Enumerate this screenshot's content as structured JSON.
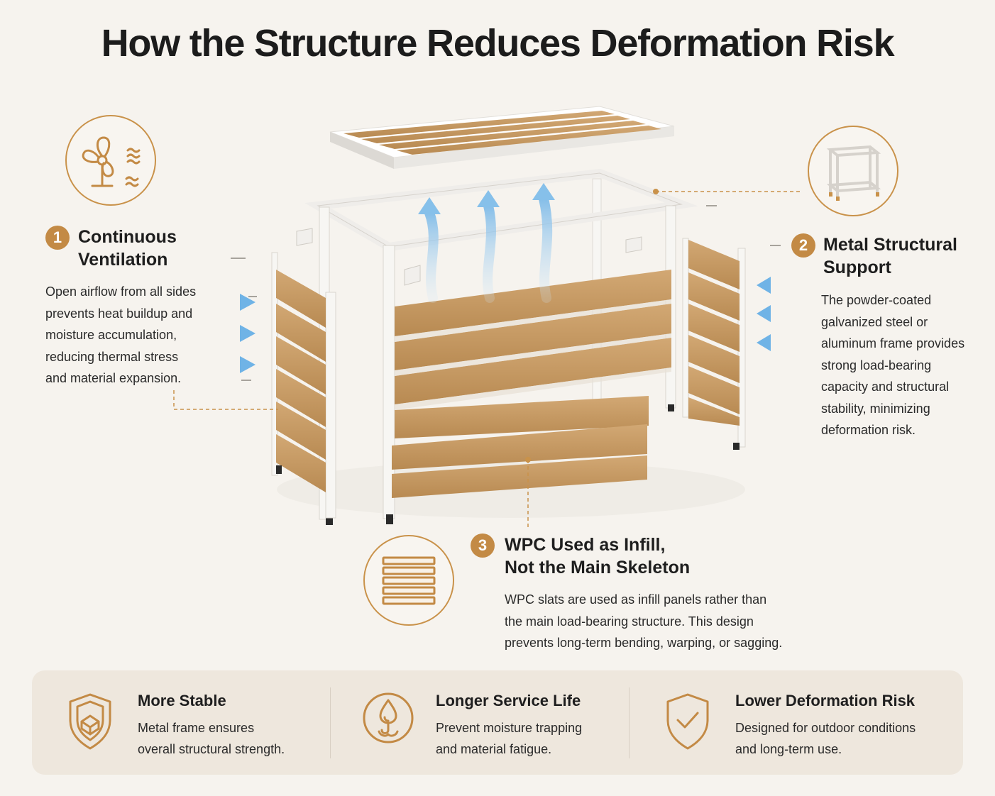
{
  "title": "How the Structure Reduces Deformation Risk",
  "colors": {
    "accent": "#c38a45",
    "wood": "#c39a62",
    "frame": "#f4f3f1",
    "airflow": "#8cc3ea",
    "background": "#f6f3ee"
  },
  "sections": [
    {
      "number": "1",
      "heading_line1": "Continuous",
      "heading_line2": "Ventilation",
      "text": [
        "Open airflow from all sides",
        "prevents heat buildup and",
        "moisture accumulation,",
        "reducing thermal stress",
        "and material expansion."
      ],
      "icon": "fan-airflow-icon"
    },
    {
      "number": "2",
      "heading_line1": "Metal Structural",
      "heading_line2": "Support",
      "text": [
        "The powder-coated",
        "galvanized steel or",
        "aluminum frame provides",
        "strong load-bearing",
        "capacity and structural",
        "stability, minimizing",
        "deformation risk."
      ],
      "icon": "metal-frame-icon"
    },
    {
      "number": "3",
      "heading_line1": "WPC Used as Infill,",
      "heading_line2": "Not the Main Skeleton",
      "text": [
        "WPC slats are used as infill panels rather than",
        "the main load-bearing structure. This design",
        "prevents long-term bending, warping, or sagging."
      ],
      "icon": "wpc-slats-icon"
    }
  ],
  "features": [
    {
      "title": "More Stable",
      "text": [
        "Metal frame ensures",
        "overall structural strength."
      ],
      "icon": "shield-icon"
    },
    {
      "title": "Longer Service Life",
      "text": [
        "Prevent moisture trapping",
        "and material fatigue."
      ],
      "icon": "water-drop-icon"
    },
    {
      "title": "Lower Deformation Risk",
      "text": [
        "Designed for outdoor conditions",
        "and long-term use."
      ],
      "icon": "shield-check-icon"
    }
  ]
}
